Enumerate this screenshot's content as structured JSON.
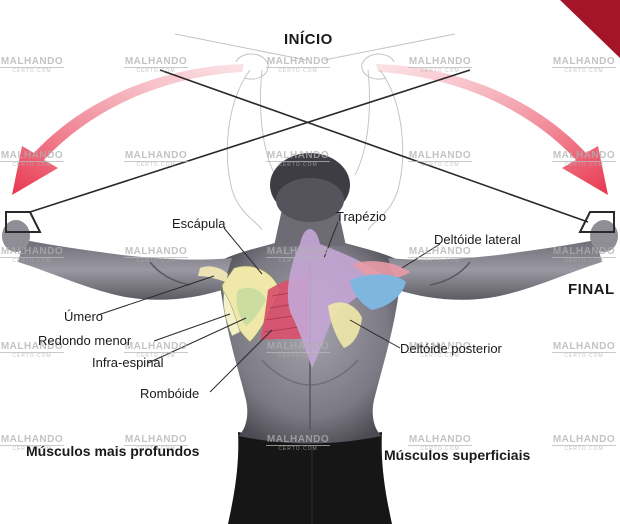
{
  "labels": {
    "inicio": "INÍCIO",
    "final": "FINAL",
    "escapula": "Escápula",
    "trapezio": "Trapézio",
    "deltoide_lateral": "Deltóide lateral",
    "umero": "Úmero",
    "redondo_menor": "Redondo menor",
    "infra_espinal": "Infra-espinal",
    "romboide": "Rombóide",
    "deltoide_posterior": "Deltóide posterior",
    "musculos_profundos": "Músculos mais profundos",
    "musculos_superficiais": "Músculos superficiais"
  },
  "watermark": {
    "title": "MALHANDO",
    "subtitle": "CERTO.COM"
  },
  "colors": {
    "arrow": "#e8364f",
    "skin": "#8e8c95",
    "skin_dark": "#4c4a52",
    "shorts": "#161616",
    "scapula": "#efe8a8",
    "trapezius": "#c4a6d6",
    "deltoid_lateral": "#e89aa6",
    "deltoid_posterior": "#7fb6e0",
    "rhomboid": "#d9506b",
    "infraspinatus": "#c7dba0"
  }
}
